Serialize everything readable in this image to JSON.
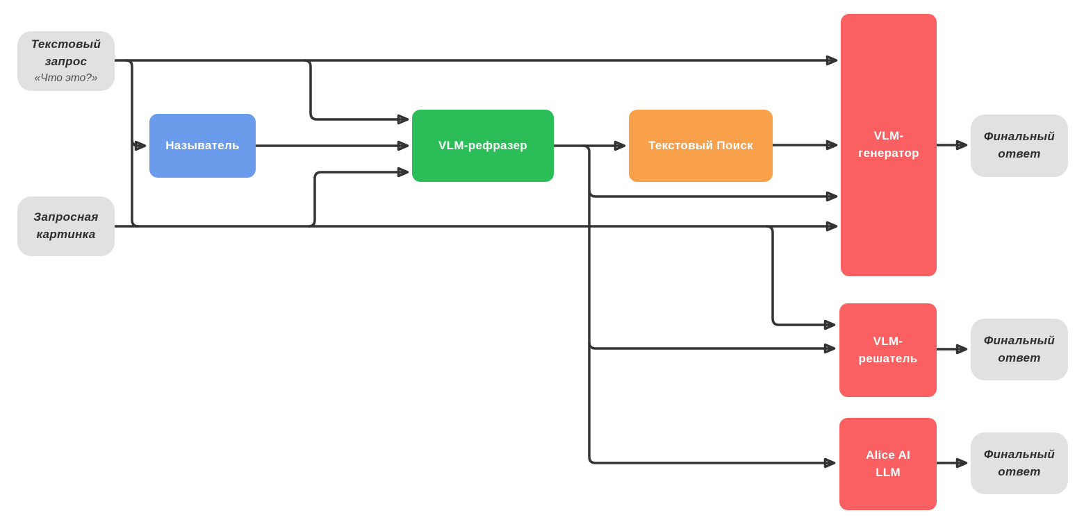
{
  "colors": {
    "background": "#ffffff",
    "edge": "#333333",
    "gray_node_bg": "#e1e1e1",
    "gray_node_text": "#2e2e2e",
    "subtitle_text": "#4d4d4d",
    "blue": "#6b9ceb",
    "green": "#2abd58",
    "orange": "#f9a04b",
    "red": "#fa6061",
    "node_text_on_color": "#ffffff"
  },
  "nodes": {
    "text_query": {
      "label": "Текстовый\nзапрос",
      "subtitle": "«Что это?»"
    },
    "query_image": {
      "label": "Запросная\nкартинка"
    },
    "namer": {
      "label": "Называтель",
      "color": "#6b9ceb"
    },
    "vlm_rephraser": {
      "label": "VLM-рефразер",
      "color": "#2abd58"
    },
    "text_search": {
      "label": "Текстовый Поиск",
      "color": "#f9a04b"
    },
    "vlm_generator": {
      "label": "VLM-\nгенератор",
      "color": "#fa6061"
    },
    "vlm_solver": {
      "label": "VLM-\nрешатель",
      "color": "#fa6061"
    },
    "alice_ai_llm": {
      "label": "Alice AI\nLLM",
      "color": "#fa6061"
    },
    "final_answer_1": {
      "label": "Финальный\nответ"
    },
    "final_answer_2": {
      "label": "Финальный\nответ"
    },
    "final_answer_3": {
      "label": "Финальный\nответ"
    }
  },
  "edges": [
    {
      "from": "text-query",
      "to": "vlm-generator"
    },
    {
      "from": "text-query",
      "to": "vlm-rephraser"
    },
    {
      "from": "text-query",
      "to": "namer"
    },
    {
      "from": "query-image",
      "to": "namer"
    },
    {
      "from": "query-image",
      "to": "vlm-generator"
    },
    {
      "from": "query-image",
      "to": "vlm-rephraser"
    },
    {
      "from": "query-image",
      "to": "vlm-solver"
    },
    {
      "from": "namer",
      "to": "vlm-rephraser"
    },
    {
      "from": "vlm-rephraser",
      "to": "text-search"
    },
    {
      "from": "vlm-rephraser",
      "to": "vlm-generator"
    },
    {
      "from": "vlm-rephraser",
      "to": "vlm-solver"
    },
    {
      "from": "vlm-rephraser",
      "to": "alice-ai-llm"
    },
    {
      "from": "text-search",
      "to": "vlm-generator"
    },
    {
      "from": "vlm-generator",
      "to": "final-answer-1"
    },
    {
      "from": "vlm-solver",
      "to": "final-answer-2"
    },
    {
      "from": "alice-ai-llm",
      "to": "final-answer-3"
    }
  ]
}
